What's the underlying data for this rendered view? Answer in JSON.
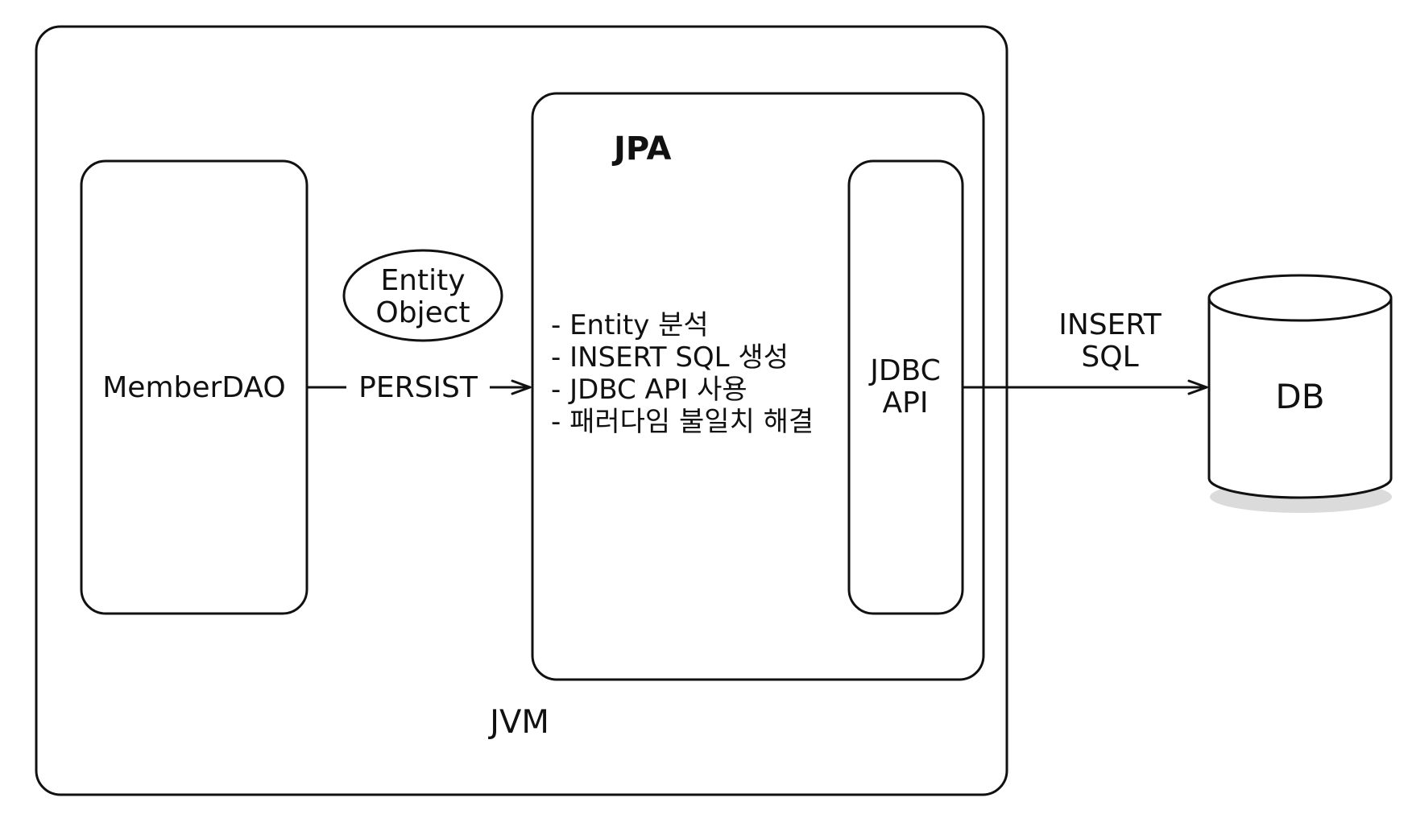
{
  "jvm": {
    "label": "JVM"
  },
  "member_dao": {
    "label": "MemberDAO"
  },
  "entity_object": {
    "line1": "Entity",
    "line2": "Object"
  },
  "persist": {
    "label": "PERSIST"
  },
  "jpa": {
    "title": "JPA",
    "features": [
      "- Entity 분석",
      "- INSERT SQL 생성",
      "- JDBC API 사용",
      "- 패러다임 불일치 해결"
    ]
  },
  "jdbc_api": {
    "line1": "JDBC",
    "line2": "API"
  },
  "insert_sql": {
    "line1": "INSERT",
    "line2": "SQL"
  },
  "db": {
    "label": "DB"
  },
  "colors": {
    "stroke": "#111111",
    "background": "#ffffff"
  }
}
